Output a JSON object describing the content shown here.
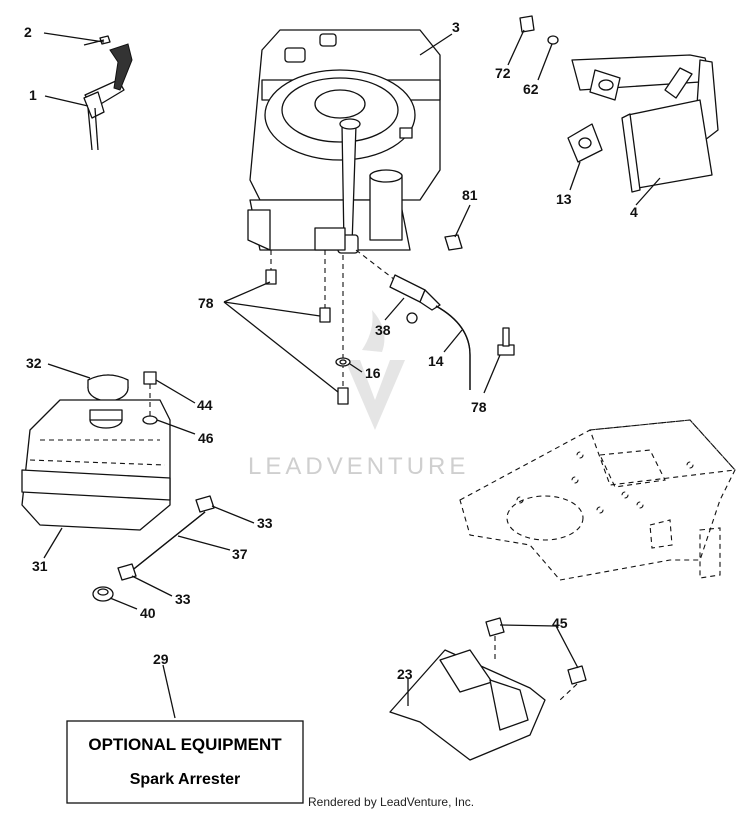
{
  "callouts": {
    "c2": "2",
    "c1": "1",
    "c3": "3",
    "c72": "72",
    "c62": "62",
    "c13": "13",
    "c4": "4",
    "c81": "81",
    "c78a": "78",
    "c38": "38",
    "c16": "16",
    "c14": "14",
    "c78b": "78",
    "c32": "32",
    "c44": "44",
    "c46": "46",
    "c33a": "33",
    "c31": "31",
    "c37": "37",
    "c33b": "33",
    "c40": "40",
    "c29": "29",
    "c45": "45",
    "c23": "23"
  },
  "optional_box": {
    "title": "OPTIONAL EQUIPMENT",
    "subtitle": "Spark Arrester"
  },
  "watermark": "LEADVENTURE",
  "credit": "Rendered by LeadVenture, Inc."
}
